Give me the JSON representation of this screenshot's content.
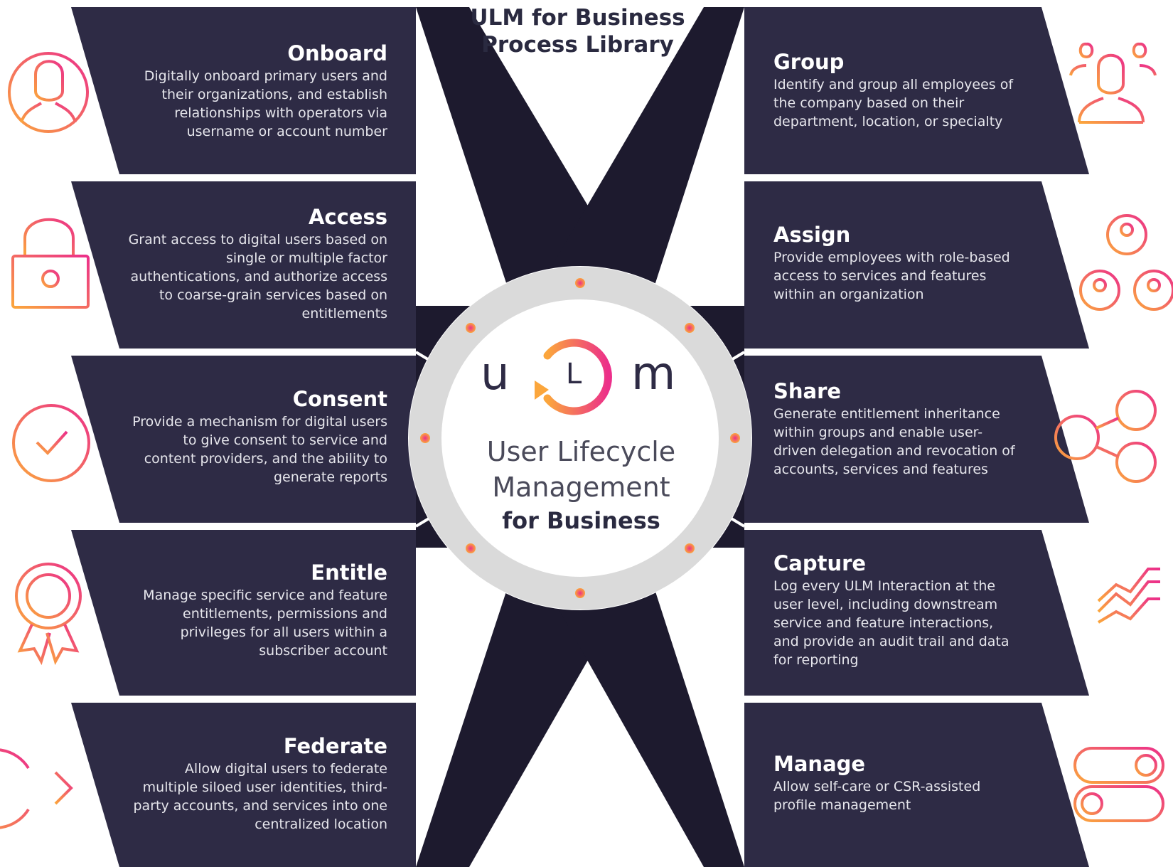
{
  "header": {
    "title_line1": "ULM for Business",
    "title_line2": "Process Library"
  },
  "center": {
    "logo_letters": [
      "u",
      "L",
      "m"
    ],
    "line1": "User Lifecycle",
    "line2": "Management",
    "line3": "for Business"
  },
  "left_panels": [
    {
      "title": "Onboard",
      "description": "Digitally onboard primary users and their organizations, and establish relationships with operators via username or account number",
      "icon": "user-icon"
    },
    {
      "title": "Access",
      "description": "Grant access to digital users based on single or multiple factor authentications, and authorize access to coarse-grain services based on entitlements",
      "icon": "lock-icon"
    },
    {
      "title": "Consent",
      "description": "Provide a mechanism for digital users to give consent to service and content providers, and the ability to generate reports",
      "icon": "checkmark-circle-icon"
    },
    {
      "title": "Entitle",
      "description": "Manage specific service and feature entitlements, permissions and privileges for all users within a subscriber account",
      "icon": "award-ribbon-icon"
    },
    {
      "title": "Federate",
      "description": "Allow digital users to federate multiple siloed user identities, third-party accounts, and services into one centralized location",
      "icon": "sign-in-arrow-icon"
    }
  ],
  "right_panels": [
    {
      "title": "Group",
      "description": "Identify and group all employees of the company based on their department, location, or specialty",
      "icon": "user-group-icon"
    },
    {
      "title": "Assign",
      "description": "Provide employees with role-based access to services and features within an organization",
      "icon": "org-hierarchy-icon"
    },
    {
      "title": "Share",
      "description": "Generate entitlement inheritance within groups and enable user-driven delegation and revocation of accounts, services and features",
      "icon": "share-icon"
    },
    {
      "title": "Capture",
      "description": "Log every ULM Interaction at the user level, including downstream service and feature interactions, and provide an audit trail and data for reporting",
      "icon": "line-chart-icon"
    },
    {
      "title": "Manage",
      "description": "Allow self-care or CSR-assisted profile management",
      "icon": "toggle-switches-icon"
    }
  ],
  "colors": {
    "panel": "#2e2b45",
    "panel_dark": "#1d1a2e",
    "ring": "#dadada",
    "gradient_start": "#fba63c",
    "gradient_end": "#ec2f8a",
    "title": "#2a2a40"
  }
}
